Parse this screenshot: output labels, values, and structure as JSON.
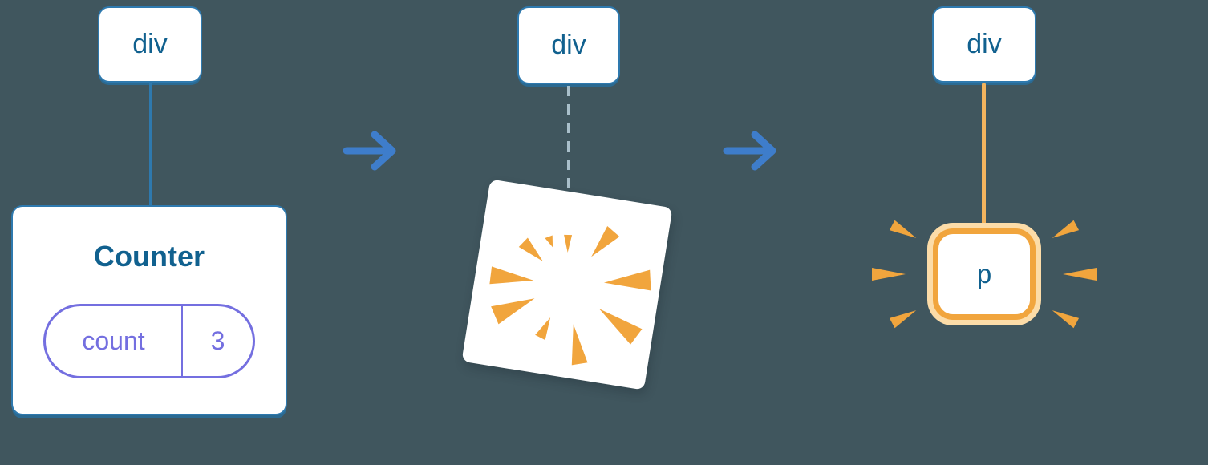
{
  "colors": {
    "background": "#40565e",
    "node_border": "#2e79ae",
    "node_text": "#11618f",
    "arrow_blue": "#3e7dcb",
    "state_purple": "#746fe0",
    "spark_orange": "#f1a53d",
    "glow_orange_pale": "#fcdca8",
    "orange_connector": "#f3b45e",
    "dashed_connector": "#a9bfca"
  },
  "stages": {
    "before": {
      "root_label": "div",
      "component": {
        "title": "Counter",
        "state_key": "count",
        "state_value": "3"
      }
    },
    "during": {
      "root_label": "div"
    },
    "after": {
      "root_label": "div",
      "element_label": "p"
    }
  },
  "icons": {
    "arrow_right": "→",
    "burst": "✸",
    "sparkle": "✦"
  }
}
